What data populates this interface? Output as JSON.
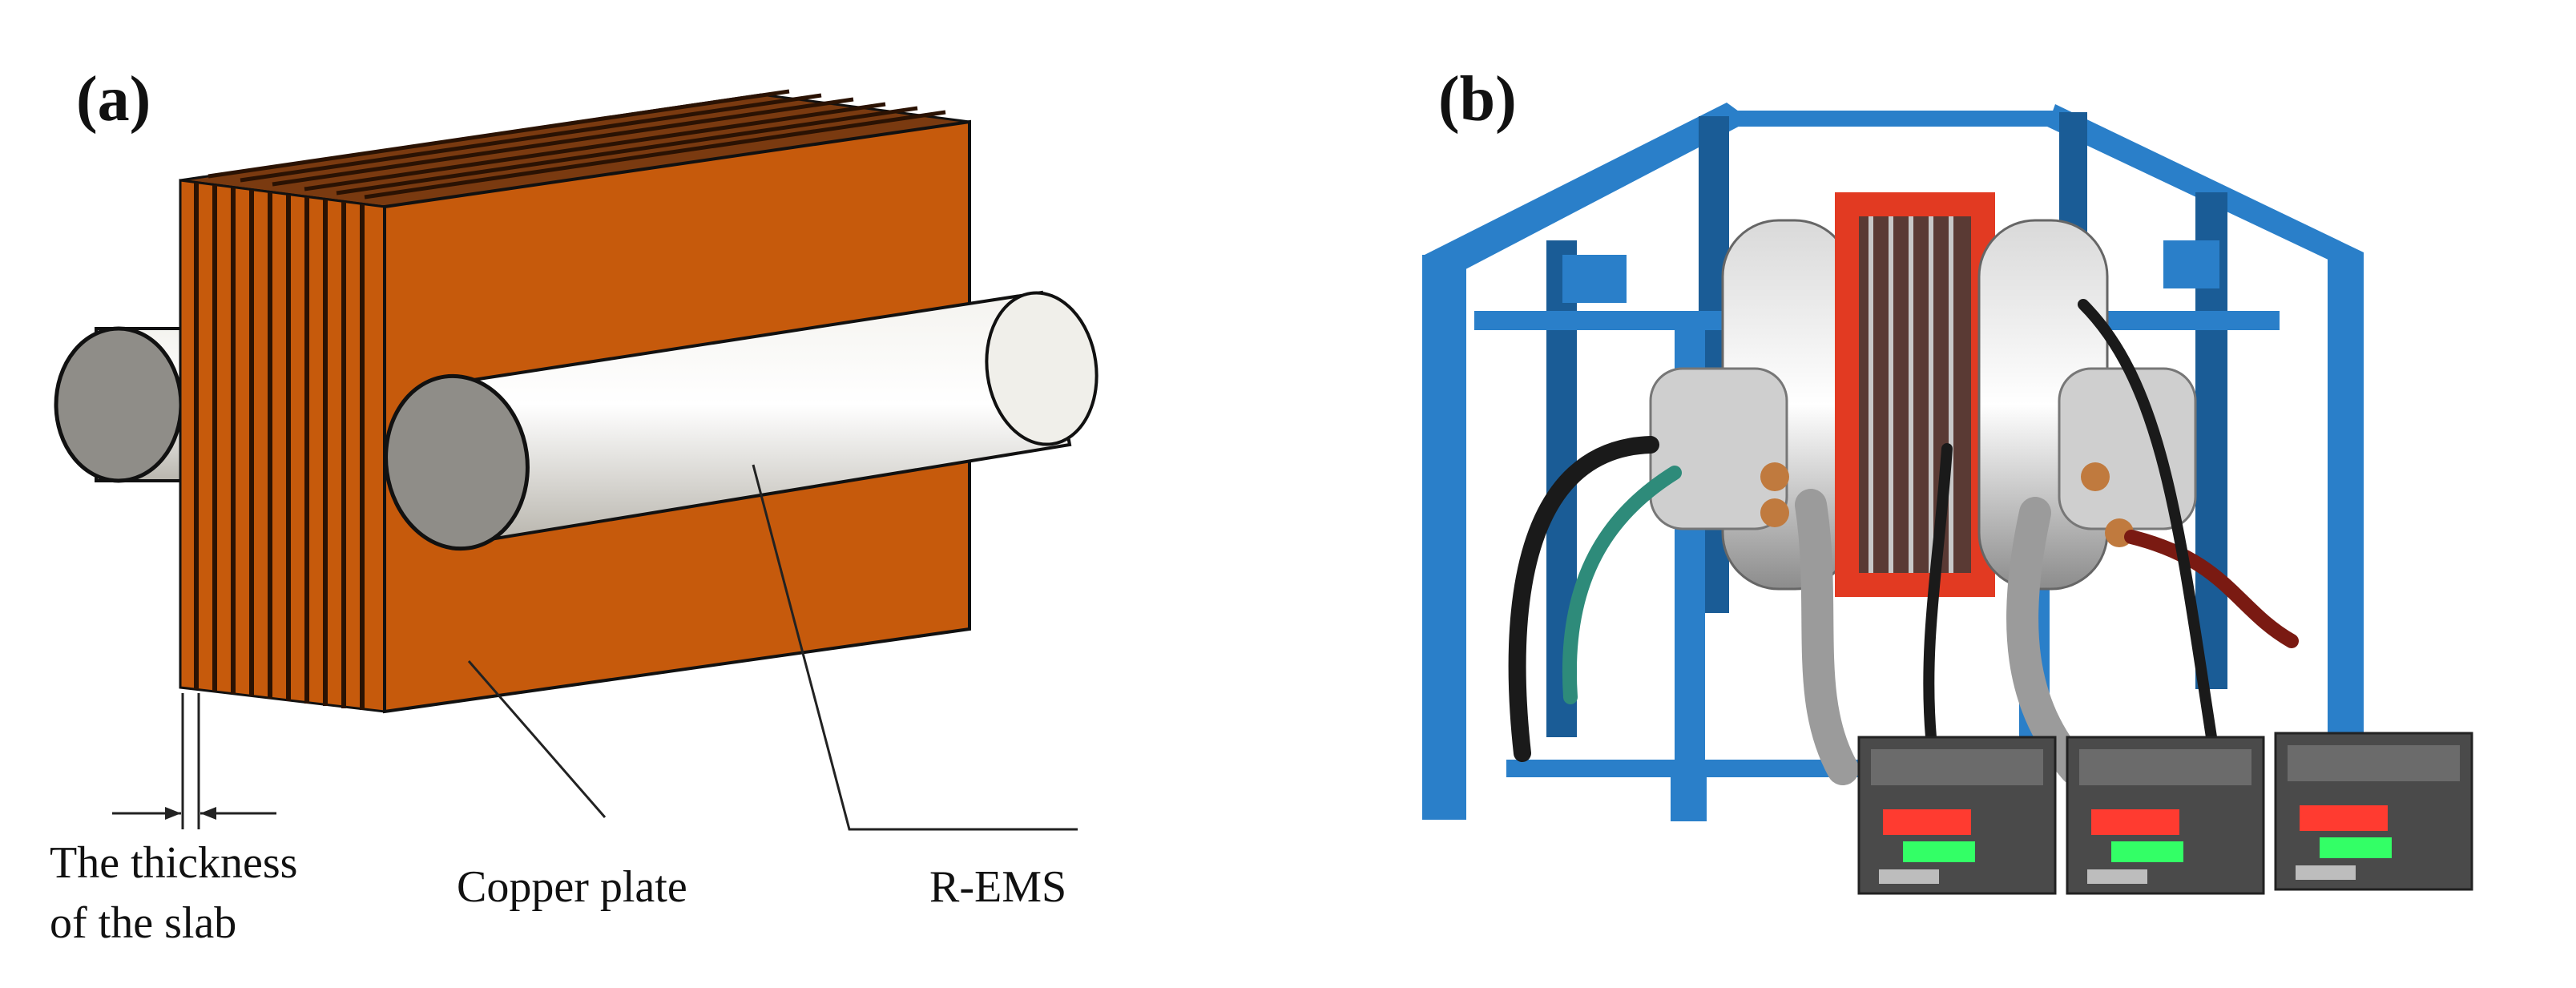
{
  "panel_a": {
    "label": "(a)",
    "callouts": {
      "thickness_line1": "The thickness",
      "thickness_line2": "of the slab",
      "copper_plate": "Copper plate",
      "rems": "R-EMS"
    },
    "colors": {
      "copper": "#c65a0c",
      "copper_dark": "#8a3c06",
      "roller": "#e4e2dc",
      "roller_end": "#8f8d88"
    }
  },
  "panel_b": {
    "label": "(b)",
    "colors": {
      "frame": "#2a7fc9",
      "frame_dark": "#1a5c96",
      "coil_cage": "#e23a22",
      "controller": "#4a4a4a",
      "display": "#ff3b30",
      "display_green": "#33ff66"
    }
  }
}
